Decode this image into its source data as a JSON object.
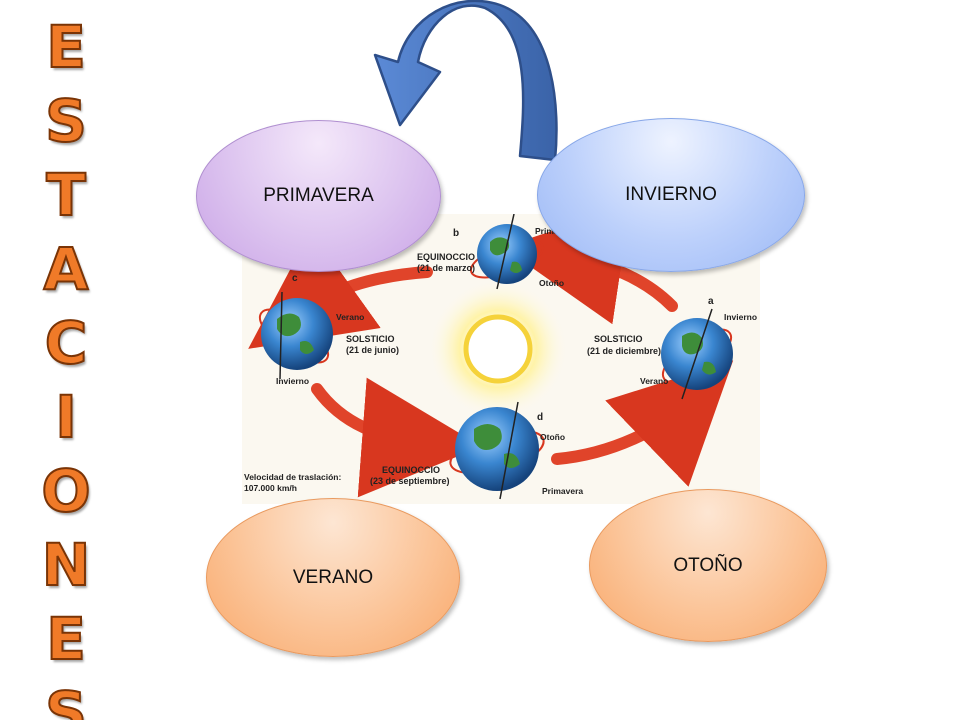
{
  "title_letters": [
    "E",
    "S",
    "T",
    "A",
    "C",
    "I",
    "O",
    "N",
    "E",
    "S"
  ],
  "ovals": {
    "primavera": "PRIMAVERA",
    "invierno": "INVIERNO",
    "verano": "VERANO",
    "otono": "OTOÑO"
  },
  "diagram": {
    "point_a": "a",
    "point_b": "b",
    "point_c": "c",
    "point_d": "d",
    "equinox_march": "EQUINOCCIO",
    "equinox_march_date": "(21 de marzo)",
    "solstice_june": "SOLSTICIO",
    "solstice_june_date": "(21 de junio)",
    "equinox_sept": "EQUINOCCIO",
    "equinox_sept_date": "(23 de septiembre)",
    "solstice_dec": "SOLSTICIO",
    "solstice_dec_date": "(21 de diciembre)",
    "b_primavera": "Primavera",
    "b_otono": "Otoño",
    "c_verano": "Verano",
    "c_invierno": "Invierno",
    "a_invierno": "Invierno",
    "a_verano": "Verano",
    "d_otono": "Otoño",
    "d_primavera": "Primavera",
    "speed_label": "Velocidad de traslación:",
    "speed_value": "107.000 km/h"
  },
  "colors": {
    "title_orange": "#f07a28",
    "arrow_red": "#e0442a",
    "curve_arrow_blue": "#3f6db5"
  }
}
